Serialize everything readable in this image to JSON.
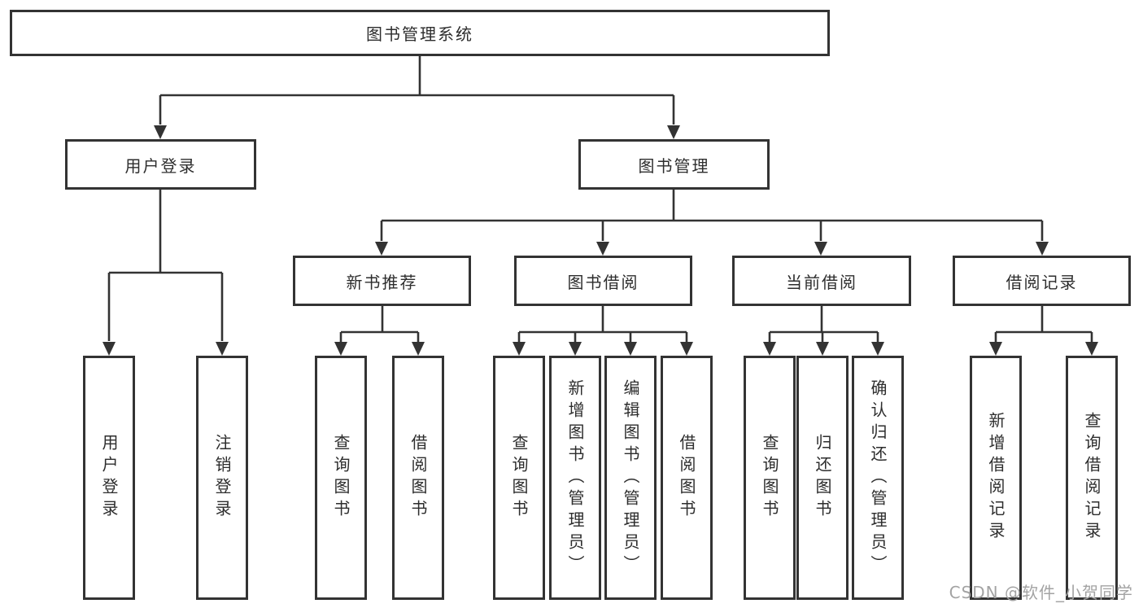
{
  "tree": {
    "label": "图书管理系统",
    "children": [
      {
        "label": "用户登录",
        "children": [
          {
            "label": "用户登录"
          },
          {
            "label": "注销登录"
          }
        ]
      },
      {
        "label": "图书管理",
        "children": [
          {
            "label": "新书推荐",
            "children": [
              {
                "label": "查询图书"
              },
              {
                "label": "借阅图书"
              }
            ]
          },
          {
            "label": "图书借阅",
            "children": [
              {
                "label": "查询图书"
              },
              {
                "label": "新增图书（管理员）"
              },
              {
                "label": "编辑图书（管理员）"
              },
              {
                "label": "借阅图书"
              }
            ]
          },
          {
            "label": "当前借阅",
            "children": [
              {
                "label": "查询图书"
              },
              {
                "label": "归还图书"
              },
              {
                "label": "确认归还（管理员）"
              }
            ]
          },
          {
            "label": "借阅记录",
            "children": [
              {
                "label": "新增借阅记录"
              },
              {
                "label": "查询借阅记录"
              }
            ]
          }
        ]
      }
    ]
  },
  "watermark": "CSDN @软件_小贺同学",
  "colors": {
    "line": "#333333",
    "box_border": "#333333",
    "text": "#2d2d2d",
    "watermark": "#a3a3a3",
    "background": "#ffffff"
  }
}
